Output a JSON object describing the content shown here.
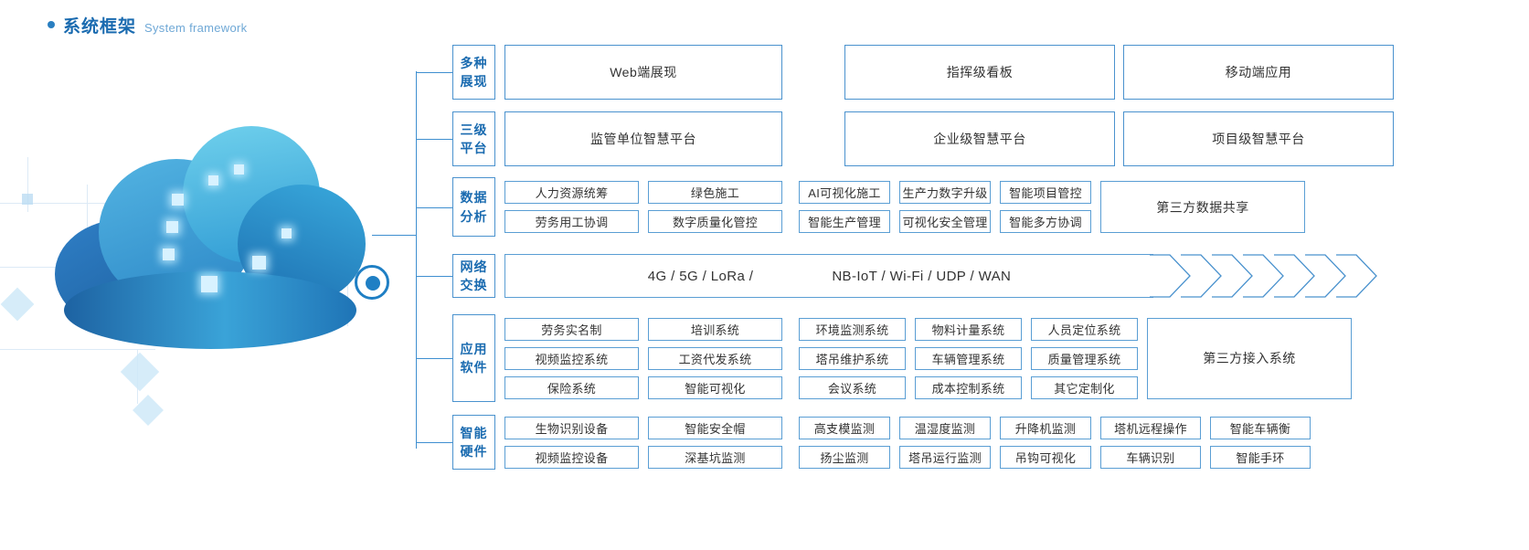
{
  "title": {
    "cn": "系统框架",
    "en": "System framework",
    "bullet_icon": "bullet-dot-icon",
    "accent_color": "#1a6bb0"
  },
  "theme": {
    "border_blue": "#4a92ce",
    "cell_blue": "#5a9ed4",
    "text_dark": "#333333",
    "label_blue": "#1a6bb0"
  },
  "illustration": {
    "name": "cloud-network-illustration",
    "node_icon": "network-node-icon"
  },
  "rows": [
    {
      "id": "presentation",
      "label_line1": "多种",
      "label_line2": "展现",
      "boxes": [
        "Web端展现",
        "指挥级看板",
        "移动端应用"
      ]
    },
    {
      "id": "platform",
      "label_line1": "三级",
      "label_line2": "平台",
      "boxes": [
        "监管单位智慧平台",
        "企业级智慧平台",
        "项目级智慧平台"
      ]
    },
    {
      "id": "data-analysis",
      "label_line1": "数据",
      "label_line2": "分析",
      "left_group": [
        [
          "人力资源统筹",
          "绿色施工"
        ],
        [
          "劳务用工协调",
          "数字质量化管控"
        ]
      ],
      "mid_group": [
        [
          "AI可视化施工",
          "生产力数字升级",
          "智能项目管控"
        ],
        [
          "智能生产管理",
          "可视化安全管理",
          "智能多方协调"
        ]
      ],
      "third_party": "第三方数据共享"
    },
    {
      "id": "network-exchange",
      "label_line1": "网络",
      "label_line2": "交换",
      "tech_left": "4G / 5G / LoRa /",
      "tech_right": "NB-IoT / Wi-Fi / UDP / WAN",
      "arrow_icon": "chevron-right-icon",
      "arrow_count": 7
    },
    {
      "id": "application-software",
      "label_line1": "应用",
      "label_line2": "软件",
      "left_group": [
        [
          "劳务实名制",
          "培训系统"
        ],
        [
          "视频监控系统",
          "工资代发系统"
        ],
        [
          "保险系统",
          "智能可视化"
        ]
      ],
      "mid_group": [
        [
          "环境监测系统",
          "物料计量系统",
          "人员定位系统"
        ],
        [
          "塔吊维护系统",
          "车辆管理系统",
          "质量管理系统"
        ],
        [
          "会议系统",
          "成本控制系统",
          "其它定制化"
        ]
      ],
      "third_party": "第三方接入系统"
    },
    {
      "id": "smart-hardware",
      "label_line1": "智能",
      "label_line2": "硬件",
      "left_group": [
        [
          "生物识别设备",
          "智能安全帽"
        ],
        [
          "视频监控设备",
          "深基坑监测"
        ]
      ],
      "mid_group": [
        [
          "高支模监测",
          "温湿度监测",
          "升降机监测"
        ],
        [
          "扬尘监测",
          "塔吊运行监测",
          "吊钩可视化"
        ]
      ],
      "right_group": [
        [
          "塔机远程操作",
          "智能车辆衡"
        ],
        [
          "车辆识别",
          "智能手环"
        ]
      ]
    }
  ]
}
